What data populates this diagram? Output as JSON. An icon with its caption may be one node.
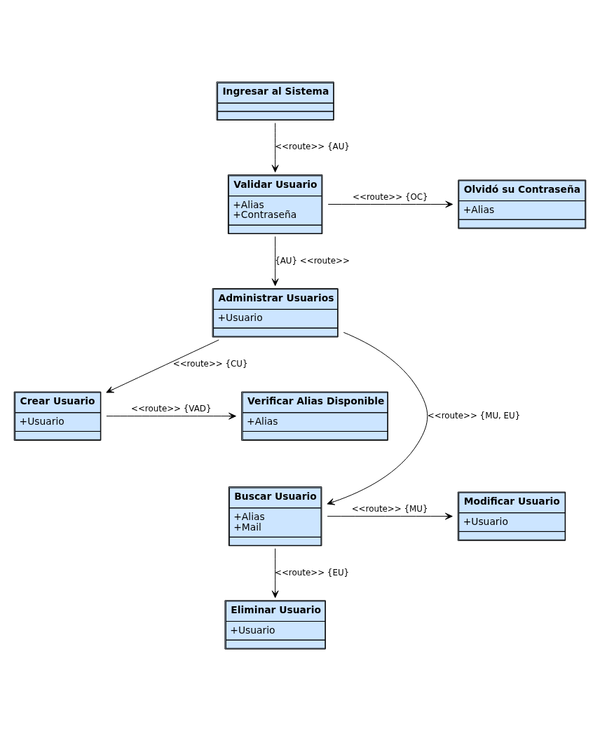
{
  "diagram": {
    "nodes": [
      {
        "text": [
          "Ingresar al Sistema"
        ]
      },
      {
        "text": [
          "Validar Usuario",
          "+Alias",
          "+Contraseña"
        ]
      },
      {
        "text": [
          "Olvidó su Contraseña",
          "+Alias"
        ]
      },
      {
        "text": [
          "Administrar Usuarios",
          "+Usuario"
        ]
      },
      {
        "text": [
          "Crear Usuario",
          "+Usuario"
        ]
      },
      {
        "text": [
          "Verificar Alias Disponible",
          "+Alias"
        ]
      },
      {
        "text": [
          "Buscar Usuario",
          "+Alias",
          "+Mail"
        ]
      },
      {
        "text": [
          "Modificar Usuario",
          "+Usuario"
        ]
      },
      {
        "text": [
          "Eliminar Usuario",
          "+Usuario"
        ]
      }
    ],
    "edges": [
      {
        "from": 0,
        "to": 1,
        "arrow": "to",
        "label": "<<route>> {AU}"
      },
      {
        "from": 1,
        "to": 2,
        "arrow": "to",
        "label": "<<route>> {OC}"
      },
      {
        "from": 1,
        "to": 3,
        "arrow": "to",
        "label": "{AU} <<route>>"
      },
      {
        "from": 3,
        "to": 4,
        "arrow": "to",
        "label": "<<route>> {CU}"
      },
      {
        "from": 4,
        "to": 5,
        "arrow": "to",
        "label": "<<route>> {VAD}"
      },
      {
        "from": 3,
        "to": 6,
        "arrow": "to",
        "label": "<<route>> {MU, EU}"
      },
      {
        "from": 6,
        "to": 7,
        "arrow": "to",
        "label": "<<route>> {MU}"
      },
      {
        "from": 6,
        "to": 8,
        "arrow": "to",
        "label": "<<route>> {EU}"
      }
    ]
  }
}
